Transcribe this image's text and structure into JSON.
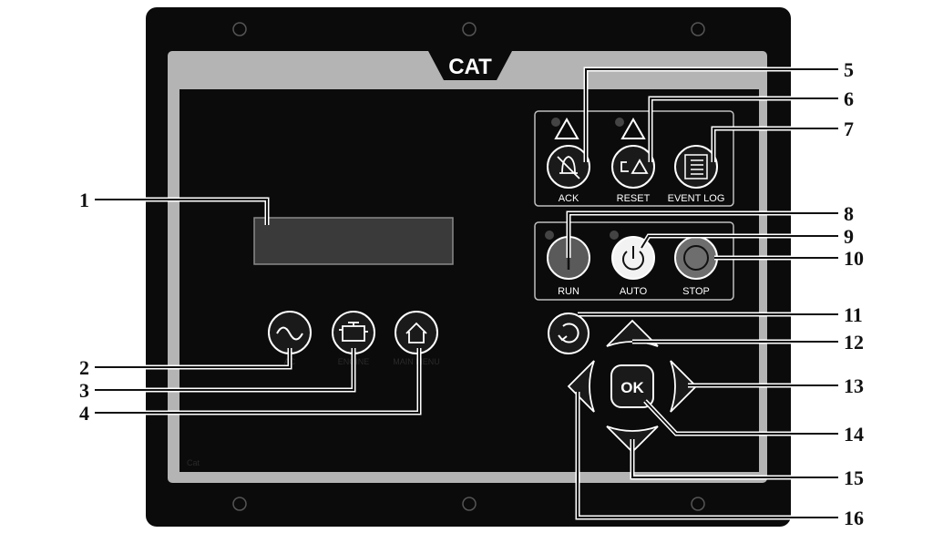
{
  "brand": {
    "logo_text": "CAT"
  },
  "display": {
    "brand_label": "Cat"
  },
  "buttons": {
    "ack": "ACK",
    "reset": "RESET",
    "event_log": "EVENT LOG",
    "run": "RUN",
    "auto": "AUTO",
    "stop": "STOP",
    "ok": "OK",
    "ac": "AC",
    "engine": "ENGINE",
    "main_menu": "MAIN MENU"
  },
  "callouts": [
    "1",
    "2",
    "3",
    "4",
    "5",
    "6",
    "7",
    "8",
    "9",
    "10",
    "11",
    "12",
    "13",
    "14",
    "15",
    "16"
  ],
  "colors": {
    "panel": "#0b0b0b",
    "bezel": "#b4b4b4",
    "screen": "#3a3a3a",
    "stop": "#6e6e6e",
    "auto": "#f2f2f2"
  },
  "icons": [
    "alarm-triangle-icon",
    "silence-bell-icon",
    "reset-icon",
    "event-log-icon",
    "run-icon",
    "power-icon",
    "stop-icon",
    "back-icon",
    "ac-sine-icon",
    "engine-icon",
    "home-icon",
    "arrow-up-icon",
    "arrow-down-icon",
    "arrow-left-icon",
    "arrow-right-icon"
  ]
}
